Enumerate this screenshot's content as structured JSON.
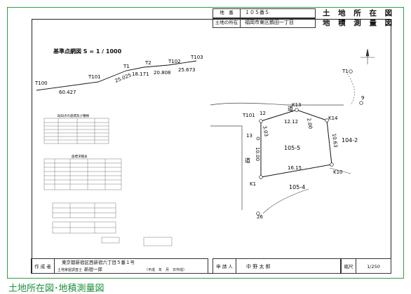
{
  "header": {
    "number_label": "地　番",
    "number_value": "１０５番５",
    "location_label": "土地の所在",
    "location_value": "福岡市東区鶴田一丁目",
    "title_top": "土 地 所 在 図",
    "title_bottom": "地 積 測 量 図"
  },
  "control": {
    "title": "基準点網図 S = 1 / 1000",
    "points": [
      "T100",
      "T101",
      "T1",
      "T2",
      "T102",
      "T103"
    ],
    "distances": [
      "60.427",
      "25.025",
      "18.171",
      "20.808",
      "25.673"
    ]
  },
  "map": {
    "points": [
      "T1",
      "9",
      "T101",
      "12",
      "K13",
      "K14",
      "13",
      "K1",
      "K10",
      "26"
    ],
    "distances": [
      "12.12",
      "2.00",
      "3.03",
      "10.00",
      "10.63",
      "16.15"
    ],
    "parcels": [
      "105-5",
      "104-2",
      "105-4"
    ],
    "road_label": "道"
  },
  "tables": {
    "t1_title": "既知点の座標及び種類",
    "t2_title": "座標求積表"
  },
  "footer": {
    "author_label": "作 成 者",
    "author_address": "東京都新宿区西新宿六丁目５番１号",
    "author_name": "新宿一郎",
    "author_role": "土地家屋調査士",
    "date_label": "（平成　年　月　日作成）",
    "applicant_label": "申 請 人",
    "applicant_name": "中 野 太 郎",
    "scale_label": "縮尺",
    "scale_value": "1/250"
  },
  "caption": "土地所在図･地積測量図"
}
